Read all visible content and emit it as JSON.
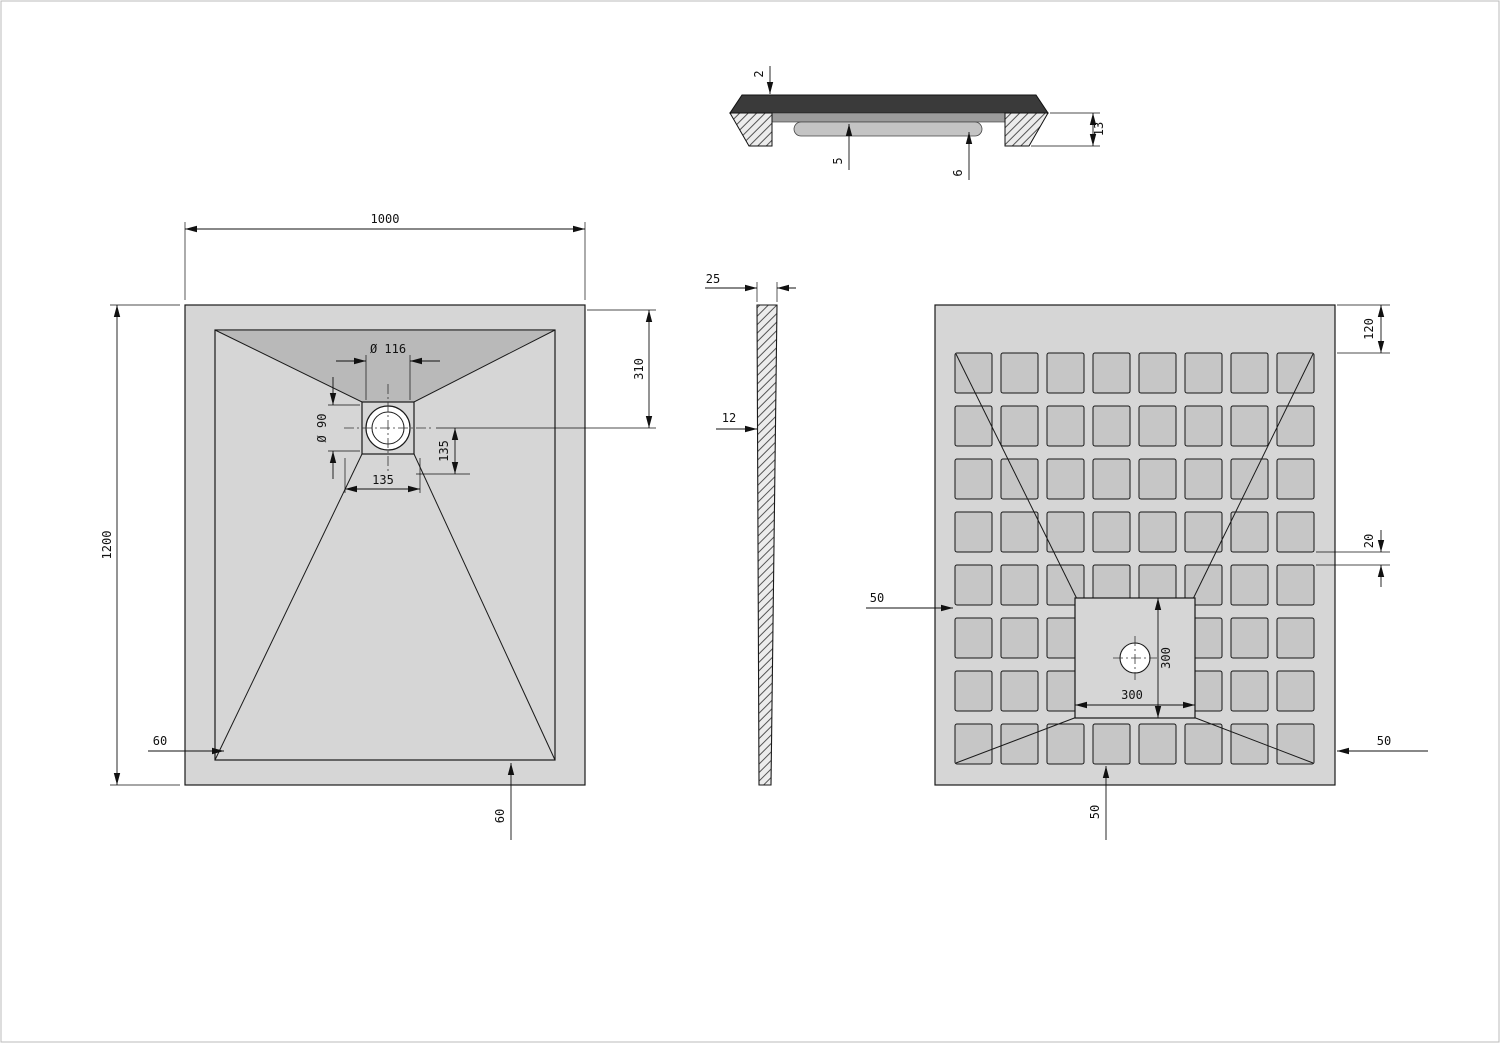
{
  "colors": {
    "line": "#1a1a1a",
    "fill_light": "#d6d6d6",
    "fill_funnel": "#b9b9b9",
    "fill_dark_band": "#3a3a3a"
  },
  "plan_view": {
    "width": "1000",
    "height": "1200",
    "drain_diameter_outer": "Ø 116",
    "drain_diameter_inner": "Ø 90",
    "drain_offset_from_top": "310",
    "drain_square_height": "135",
    "drain_square_width": "135",
    "rim_left": "60",
    "rim_bottom": "60"
  },
  "section_view": {
    "top_thickness": "2",
    "recess_depth": "5",
    "step_depth": "6",
    "total_thickness": "13"
  },
  "side_view": {
    "top_thickness": "25",
    "mid_thickness": "12"
  },
  "bottom_view": {
    "top_margin": "120",
    "rib_gap": "20",
    "left_margin": "50",
    "right_margin": "50",
    "bottom_margin": "50",
    "center_recess_width": "300",
    "center_recess_height": "300"
  }
}
